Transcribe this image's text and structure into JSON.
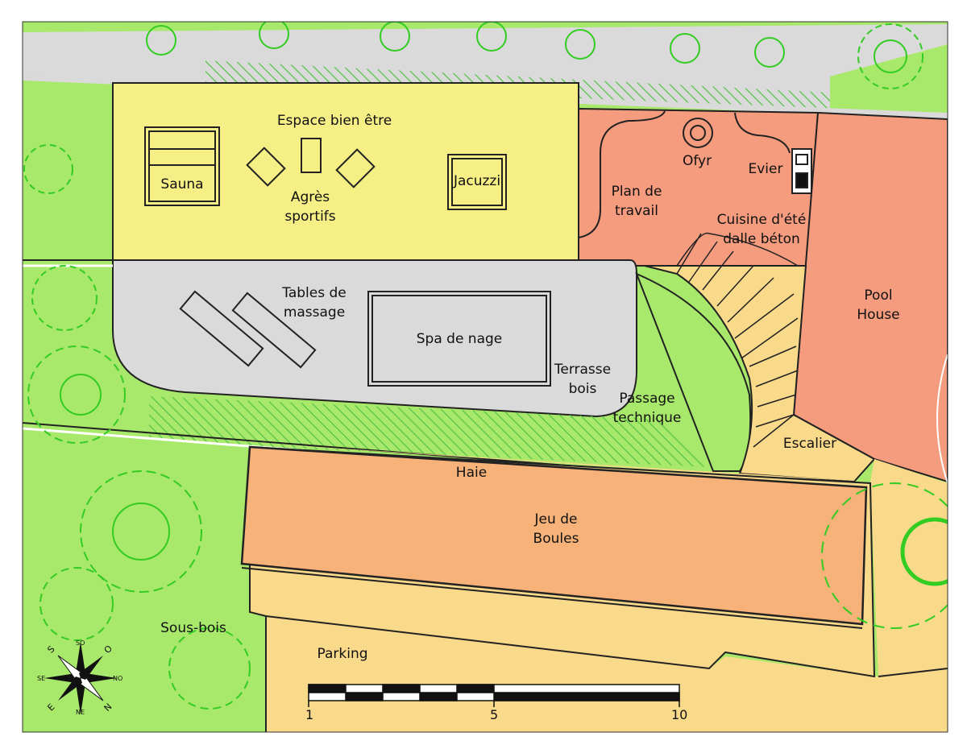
{
  "plan": {
    "zones": {
      "espace_bien_etre": "Espace bien être",
      "sauna": "Sauna",
      "agres": "Agrès\nsportifs",
      "jacuzzi": "Jacuzzi",
      "plan_travail": "Plan de\ntravail",
      "ofyr": "Ofyr",
      "evier": "Evier",
      "cuisine": "Cuisine d'été\ndalle béton",
      "pool_house": "Pool\nHouse",
      "tables_massage": "Tables de\nmassage",
      "spa_nage": "Spa de nage",
      "terrasse_bois": "Terrasse\nbois",
      "passage_technique": "Passage\ntechnique",
      "escalier": "Escalier",
      "haie": "Haie",
      "jeu_boules": "Jeu de\nBoules",
      "sous_bois": "Sous-bois",
      "parking": "Parking"
    },
    "compass": {
      "n": "N",
      "s": "S",
      "e": "E",
      "o": "O",
      "ne": "NE",
      "no": "NO",
      "se": "SE",
      "so": "SO"
    },
    "scale": {
      "start": "1",
      "mid": "5",
      "end": "10"
    },
    "colors": {
      "grass": "#a8e86a",
      "gravel": "#d9d9d9",
      "wellness": "#f6ef86",
      "kitchen": "#f59b7e",
      "boules": "#f7b27a",
      "parking": "#f9d98a",
      "stairs": "#f9d98a",
      "hatch": "#56c34a",
      "tree_line": "#33cc22"
    }
  }
}
